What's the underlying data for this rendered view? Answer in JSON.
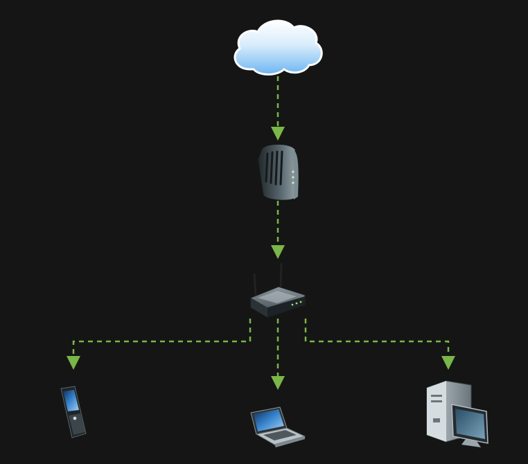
{
  "colors": {
    "background": "#151515",
    "connector": "#7ab648",
    "cloud_top": "#ffffff",
    "cloud_bottom": "#6db6f2",
    "device_dark": "#2b3236",
    "device_mid": "#4b565c",
    "device_light": "#9aa7ad",
    "screen_blue": "#2f6fb0",
    "led_green": "#9be36f"
  },
  "nodes": [
    {
      "id": "cloud",
      "icon": "cloud-icon",
      "label": ""
    },
    {
      "id": "modem",
      "icon": "modem-icon",
      "label": ""
    },
    {
      "id": "router",
      "icon": "wireless-router-icon",
      "label": ""
    },
    {
      "id": "phone",
      "icon": "mobile-phone-icon",
      "label": ""
    },
    {
      "id": "laptop",
      "icon": "laptop-icon",
      "label": ""
    },
    {
      "id": "desktop",
      "icon": "desktop-computer-icon",
      "label": ""
    }
  ],
  "connections": [
    {
      "from": "cloud",
      "to": "modem",
      "style": "dashed-arrow"
    },
    {
      "from": "modem",
      "to": "router",
      "style": "dashed-arrow"
    },
    {
      "from": "router",
      "to": "phone",
      "style": "dashed-arrow"
    },
    {
      "from": "router",
      "to": "laptop",
      "style": "dashed-arrow"
    },
    {
      "from": "router",
      "to": "desktop",
      "style": "dashed-arrow"
    }
  ]
}
